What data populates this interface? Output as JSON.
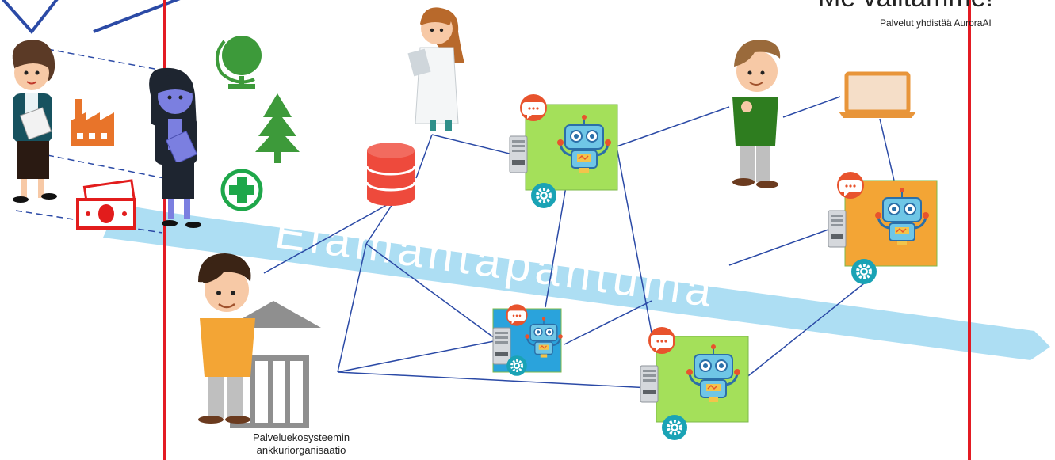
{
  "header": {
    "title": "Me valitamme!",
    "subtitle": "Palvelut yhdistää AuroraAI"
  },
  "arrow_label": "Elämäntapahtuma",
  "anchor_org": {
    "line1": "Palveluekosysteemin",
    "line2": "ankkuriorganisaatio"
  },
  "bot_nodes": [
    {
      "id": "bot-top",
      "fill": "#a4e05a"
    },
    {
      "id": "bot-right",
      "fill": "#f3a535"
    },
    {
      "id": "bot-mid",
      "fill": "#2aa3dc"
    },
    {
      "id": "bot-bottom",
      "fill": "#a4e05a"
    }
  ],
  "icons": [
    "globe-icon",
    "tree-icon",
    "health-cross-icon",
    "factory-icon",
    "money-icon",
    "database-icon",
    "laptop-icon",
    "building-icon"
  ],
  "colors": {
    "divider": "#e31b23",
    "arrow": "#a9dcf2",
    "links": "#2b4aa6",
    "globe": "#3d9a3a",
    "tree": "#3d9a3a",
    "health": "#1ea74a",
    "factory": "#e8742a",
    "money": "#e21c1c",
    "database": "#ee4a3c"
  }
}
